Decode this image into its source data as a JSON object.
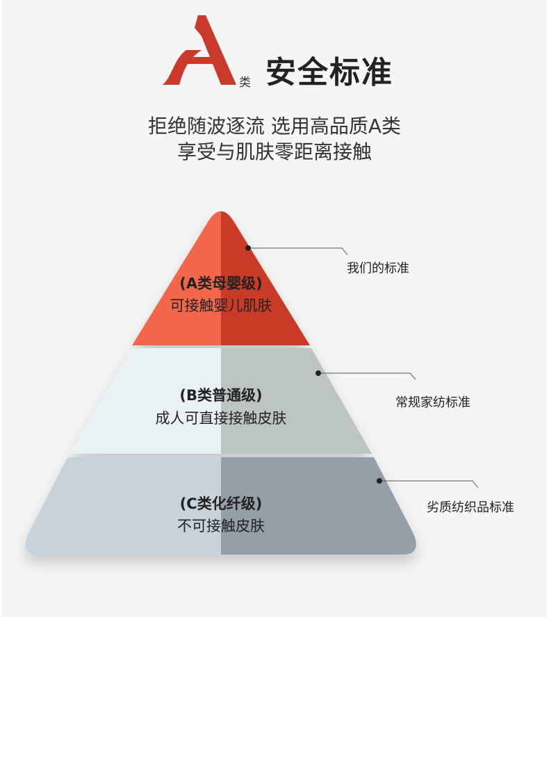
{
  "header": {
    "logo_letter": "A",
    "logo_suffix": "类",
    "title": "安全标准"
  },
  "subtitle": [
    "拒绝随波逐流 选用高品质A类",
    "享受与肌肤零距离接触"
  ],
  "pyramid": [
    {
      "title": "(A类母婴级)",
      "desc": "可接触婴儿肌肤",
      "label": "我们的标准",
      "colors": [
        "#f26649",
        "#c93a26"
      ]
    },
    {
      "title": "(B类普通级)",
      "desc": "成人可直接接触皮肤",
      "label": "常规家纺标准",
      "colors": [
        "#e9f1f4",
        "#bcc4c4"
      ]
    },
    {
      "title": "(C类化纤级)",
      "desc": "不可接触皮肤",
      "label": "劣质纺织品标准",
      "colors": [
        "#c7d2db",
        "#959fa7"
      ]
    }
  ]
}
